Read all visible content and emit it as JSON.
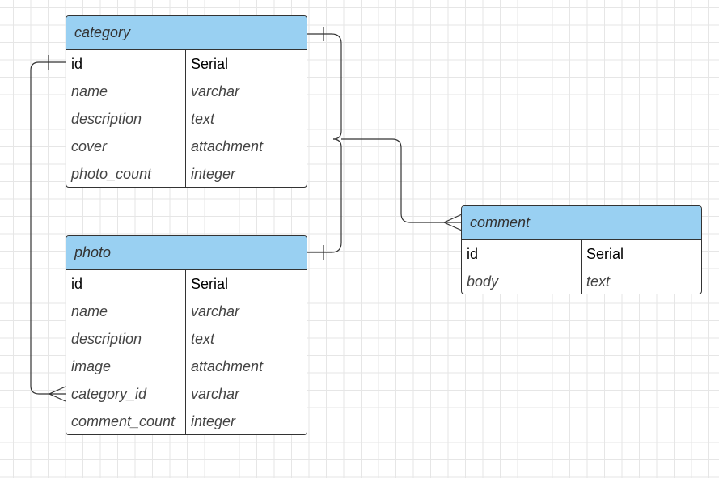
{
  "diagram": {
    "type": "entity-relationship",
    "colors": {
      "header": "#99d0f2",
      "border": "#333333",
      "line": "#333333"
    },
    "entities": [
      {
        "id": "category",
        "title": "category",
        "fields": [
          {
            "name": "id",
            "type": "Serial",
            "primary": true
          },
          {
            "name": "name",
            "type": "varchar"
          },
          {
            "name": "description",
            "type": "text"
          },
          {
            "name": "cover",
            "type": "attachment"
          },
          {
            "name": "photo_count",
            "type": "integer"
          }
        ]
      },
      {
        "id": "photo",
        "title": "photo",
        "fields": [
          {
            "name": "id",
            "type": "Serial",
            "primary": true
          },
          {
            "name": "name",
            "type": "varchar"
          },
          {
            "name": "description",
            "type": "text"
          },
          {
            "name": "image",
            "type": "attachment"
          },
          {
            "name": "category_id",
            "type": "varchar"
          },
          {
            "name": "comment_count",
            "type": "integer"
          }
        ]
      },
      {
        "id": "comment",
        "title": "comment",
        "fields": [
          {
            "name": "id",
            "type": "Serial",
            "primary": true
          },
          {
            "name": "body",
            "type": "text"
          }
        ]
      }
    ],
    "relationships": [
      {
        "from": "category",
        "to": "photo",
        "from_cardinality": "one",
        "to_cardinality": "many"
      },
      {
        "from": "category",
        "to": "comment",
        "from_cardinality": "one",
        "to_cardinality": "many"
      },
      {
        "from": "photo",
        "to": "comment",
        "from_cardinality": "one",
        "to_cardinality": "many"
      }
    ]
  }
}
